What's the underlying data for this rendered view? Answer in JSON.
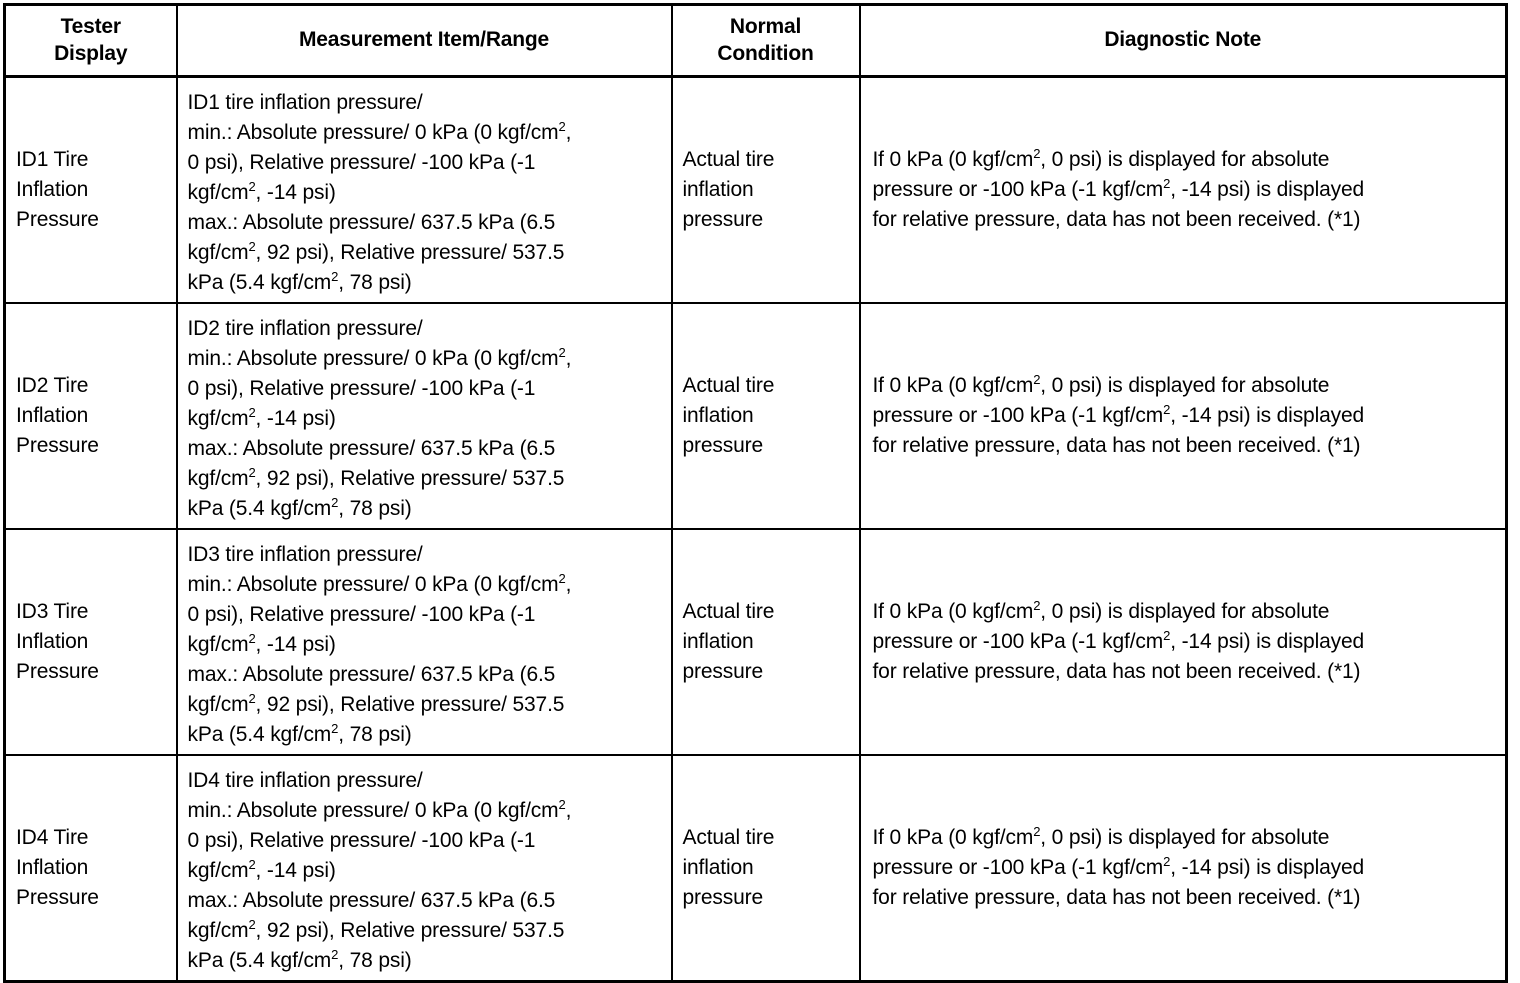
{
  "table": {
    "headers": [
      {
        "id": "tester-display",
        "line1": "Tester",
        "line2": "Display"
      },
      {
        "id": "measurement-item-range",
        "line1": "Measurement Item/Range",
        "line2": ""
      },
      {
        "id": "normal-condition",
        "line1": "Normal",
        "line2": "Condition"
      },
      {
        "id": "diagnostic-note",
        "line1": "Diagnostic Note",
        "line2": ""
      }
    ],
    "rows": [
      {
        "tester_display": {
          "line1": "ID1 Tire",
          "line2": "Inflation",
          "line3": "Pressure"
        },
        "measurement": {
          "line1": "ID1 tire inflation pressure/",
          "line2_a": "min.: Absolute pressure/ 0 kPa (0 kgf/cm",
          "line2_sup": "2",
          "line2_b": ",",
          "line3": "0 psi), Relative pressure/ -100 kPa (-1",
          "line4_a": "kgf/cm",
          "line4_sup": "2",
          "line4_b": ", -14 psi)",
          "line5": "max.: Absolute pressure/ 637.5 kPa (6.5",
          "line6_a": "kgf/cm",
          "line6_sup": "2",
          "line6_b": ", 92 psi), Relative pressure/ 537.5",
          "line7_a": "kPa (5.4 kgf/cm",
          "line7_sup": "2",
          "line7_b": ", 78 psi)"
        },
        "normal_condition": {
          "line1": "Actual tire",
          "line2": "inflation",
          "line3": "pressure"
        },
        "note": {
          "line1_a": "If 0 kPa (0 kgf/cm",
          "line1_sup": "2",
          "line1_b": ", 0 psi) is displayed for absolute",
          "line2_a": "pressure or -100 kPa (-1 kgf/cm",
          "line2_sup": "2",
          "line2_b": ", -14 psi) is displayed",
          "line3": "for relative pressure, data has not been received. (*1)"
        }
      },
      {
        "tester_display": {
          "line1": "ID2 Tire",
          "line2": "Inflation",
          "line3": "Pressure"
        },
        "measurement": {
          "line1": "ID2 tire inflation pressure/",
          "line2_a": "min.: Absolute pressure/ 0 kPa (0 kgf/cm",
          "line2_sup": "2",
          "line2_b": ",",
          "line3": "0 psi), Relative pressure/ -100 kPa (-1",
          "line4_a": "kgf/cm",
          "line4_sup": "2",
          "line4_b": ", -14 psi)",
          "line5": "max.: Absolute pressure/ 637.5 kPa (6.5",
          "line6_a": "kgf/cm",
          "line6_sup": "2",
          "line6_b": ", 92 psi), Relative pressure/ 537.5",
          "line7_a": "kPa (5.4 kgf/cm",
          "line7_sup": "2",
          "line7_b": ", 78 psi)"
        },
        "normal_condition": {
          "line1": "Actual tire",
          "line2": "inflation",
          "line3": "pressure"
        },
        "note": {
          "line1_a": "If 0 kPa (0 kgf/cm",
          "line1_sup": "2",
          "line1_b": ", 0 psi) is displayed for absolute",
          "line2_a": "pressure or -100 kPa (-1 kgf/cm",
          "line2_sup": "2",
          "line2_b": ", -14 psi) is displayed",
          "line3": "for relative pressure, data has not been received. (*1)"
        }
      },
      {
        "tester_display": {
          "line1": "ID3 Tire",
          "line2": "Inflation",
          "line3": "Pressure"
        },
        "measurement": {
          "line1": "ID3 tire inflation pressure/",
          "line2_a": "min.: Absolute pressure/ 0 kPa (0 kgf/cm",
          "line2_sup": "2",
          "line2_b": ",",
          "line3": "0 psi), Relative pressure/ -100 kPa (-1",
          "line4_a": "kgf/cm",
          "line4_sup": "2",
          "line4_b": ", -14 psi)",
          "line5": "max.: Absolute pressure/ 637.5 kPa (6.5",
          "line6_a": "kgf/cm",
          "line6_sup": "2",
          "line6_b": ", 92 psi), Relative pressure/ 537.5",
          "line7_a": "kPa (5.4 kgf/cm",
          "line7_sup": "2",
          "line7_b": ", 78 psi)"
        },
        "normal_condition": {
          "line1": "Actual tire",
          "line2": "inflation",
          "line3": "pressure"
        },
        "note": {
          "line1_a": "If 0 kPa (0 kgf/cm",
          "line1_sup": "2",
          "line1_b": ", 0 psi) is displayed for absolute",
          "line2_a": "pressure or -100 kPa (-1 kgf/cm",
          "line2_sup": "2",
          "line2_b": ", -14 psi) is displayed",
          "line3": "for relative pressure, data has not been received. (*1)"
        }
      },
      {
        "tester_display": {
          "line1": "ID4 Tire",
          "line2": "Inflation",
          "line3": "Pressure"
        },
        "measurement": {
          "line1": "ID4 tire inflation pressure/",
          "line2_a": "min.: Absolute pressure/ 0 kPa (0 kgf/cm",
          "line2_sup": "2",
          "line2_b": ",",
          "line3": "0 psi), Relative pressure/ -100 kPa (-1",
          "line4_a": "kgf/cm",
          "line4_sup": "2",
          "line4_b": ", -14 psi)",
          "line5": "max.: Absolute pressure/ 637.5 kPa (6.5",
          "line6_a": "kgf/cm",
          "line6_sup": "2",
          "line6_b": ", 92 psi), Relative pressure/ 537.5",
          "line7_a": "kPa (5.4 kgf/cm",
          "line7_sup": "2",
          "line7_b": ", 78 psi)"
        },
        "normal_condition": {
          "line1": "Actual tire",
          "line2": "inflation",
          "line3": "pressure"
        },
        "note": {
          "line1_a": "If 0 kPa (0 kgf/cm",
          "line1_sup": "2",
          "line1_b": ", 0 psi) is displayed for absolute",
          "line2_a": "pressure or -100 kPa (-1 kgf/cm",
          "line2_sup": "2",
          "line2_b": ", -14 psi) is displayed",
          "line3": "for relative pressure, data has not been received. (*1)"
        }
      }
    ]
  },
  "colors": {
    "border": "#000000",
    "text": "#000000",
    "background": "#ffffff"
  }
}
